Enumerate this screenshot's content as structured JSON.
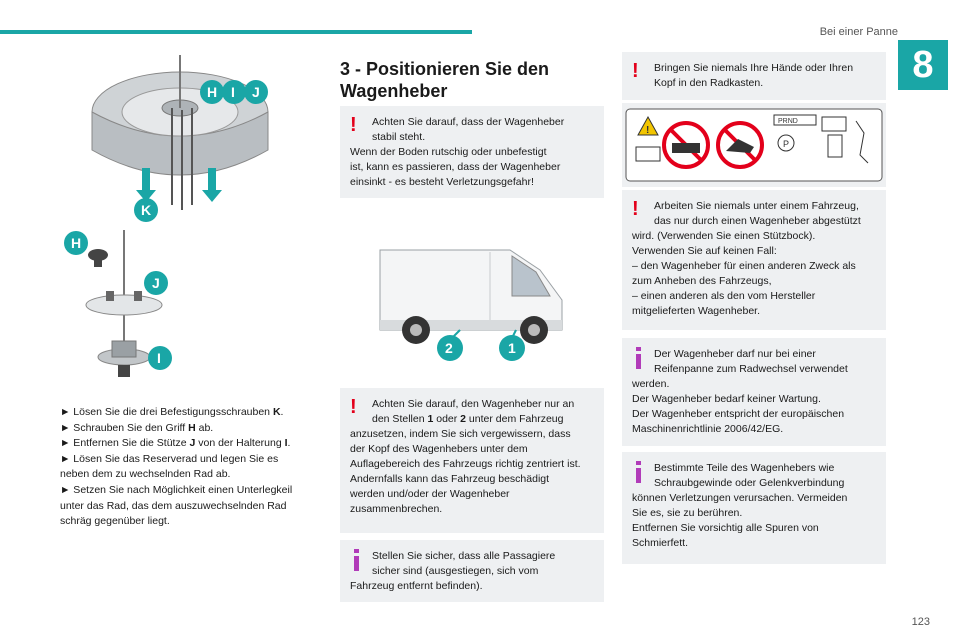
{
  "header": {
    "section_title": "Bei einer Panne",
    "chapter_number": "8"
  },
  "page_number": "123",
  "figures": {
    "wheel_labels": [
      "H",
      "I",
      "J",
      "K"
    ],
    "jack_labels": [
      "H",
      "J",
      "I"
    ],
    "van_labels": [
      "2",
      "1"
    ],
    "gear_selector_text": "PRND"
  },
  "left_steps": [
    {
      "pre": "► Lösen Sie die drei Befestigungsschrauben ",
      "bold": "K",
      "post": "."
    },
    {
      "pre": "► Schrauben Sie den Griff ",
      "bold": "H",
      "post": " ab."
    },
    {
      "pre": "► Entfernen Sie die Stütze ",
      "bold": "J",
      "post": " von der Halterung ",
      "bold2": "I",
      "post2": "."
    },
    {
      "pre": "► Lösen Sie das Reserverad und legen Sie es",
      "bold": "",
      "post": ""
    },
    {
      "pre": "neben dem zu wechselnden Rad ab.",
      "bold": "",
      "post": ""
    },
    {
      "pre": "► Setzen Sie nach Möglichkeit einen Unterlegkeil",
      "bold": "",
      "post": ""
    },
    {
      "pre": "unter das Rad, das dem auszuwechselnden Rad",
      "bold": "",
      "post": ""
    },
    {
      "pre": "schräg gegenüber liegt.",
      "bold": "",
      "post": ""
    }
  ],
  "section_heading": "3 - Positionieren Sie den Wagenheber",
  "box1": {
    "lines": [
      "Achten Sie darauf, dass der Wagenheber",
      "stabil steht.",
      "Wenn der Boden rutschig oder unbefestigt",
      "ist, kann es passieren, dass der Wagenheber",
      "einsinkt - es besteht Verletzungsgefahr!"
    ]
  },
  "box2": {
    "l1": "Achten Sie darauf, den Wagenheber nur an",
    "l2_pre": "den Stellen ",
    "l2_b1": "1",
    "l2_mid": " oder ",
    "l2_b2": "2",
    "l2_post": " unter dem Fahrzeug",
    "rest": [
      "anzusetzen, indem Sie sich vergewissern, dass",
      "der Kopf des Wagenhebers unter dem",
      "Auflagebereich des Fahrzeugs richtig zentriert ist.",
      "Andernfalls kann das Fahrzeug beschädigt",
      "werden und/oder der Wagenheber",
      "zusammenbrechen."
    ]
  },
  "box3": {
    "lines": [
      "Stellen Sie sicher, dass alle Passagiere",
      "sicher sind (ausgestiegen, sich vom",
      "Fahrzeug entfernt befinden)."
    ]
  },
  "box4": {
    "lines": [
      "Bringen Sie niemals Ihre Hände oder Ihren",
      "Kopf in den Radkasten."
    ]
  },
  "box5": {
    "lines": [
      "Arbeiten Sie niemals unter einem Fahrzeug,",
      "das nur durch einen Wagenheber abgestützt",
      "wird. (Verwenden Sie einen Stützbock).",
      "Verwenden Sie auf keinen Fall:",
      "– den Wagenheber für einen anderen Zweck als",
      "zum Anheben des Fahrzeugs,",
      "– einen anderen als den vom Hersteller",
      "mitgelieferten Wagenheber."
    ]
  },
  "box6": {
    "lines": [
      "Der Wagenheber darf nur bei einer",
      "Reifenpanne zum Radwechsel verwendet",
      "werden.",
      "Der Wagenheber bedarf keiner Wartung.",
      "Der Wagenheber entspricht der europäischen",
      "Maschinenrichtlinie 2006/42/EG."
    ]
  },
  "box7": {
    "lines": [
      "Bestimmte Teile des Wagenhebers wie",
      "Schraubgewinde oder Gelenkverbindung",
      "können Verletzungen verursachen. Vermeiden",
      "Sie es, sie zu berühren.",
      "Entfernen Sie vorsichtig alle Spuren von",
      "Schmierfett."
    ]
  },
  "colors": {
    "accent": "#1aa6a6",
    "warning": "#e3001b",
    "box_bg": "#eef0f2",
    "info": "#b13bb9"
  }
}
